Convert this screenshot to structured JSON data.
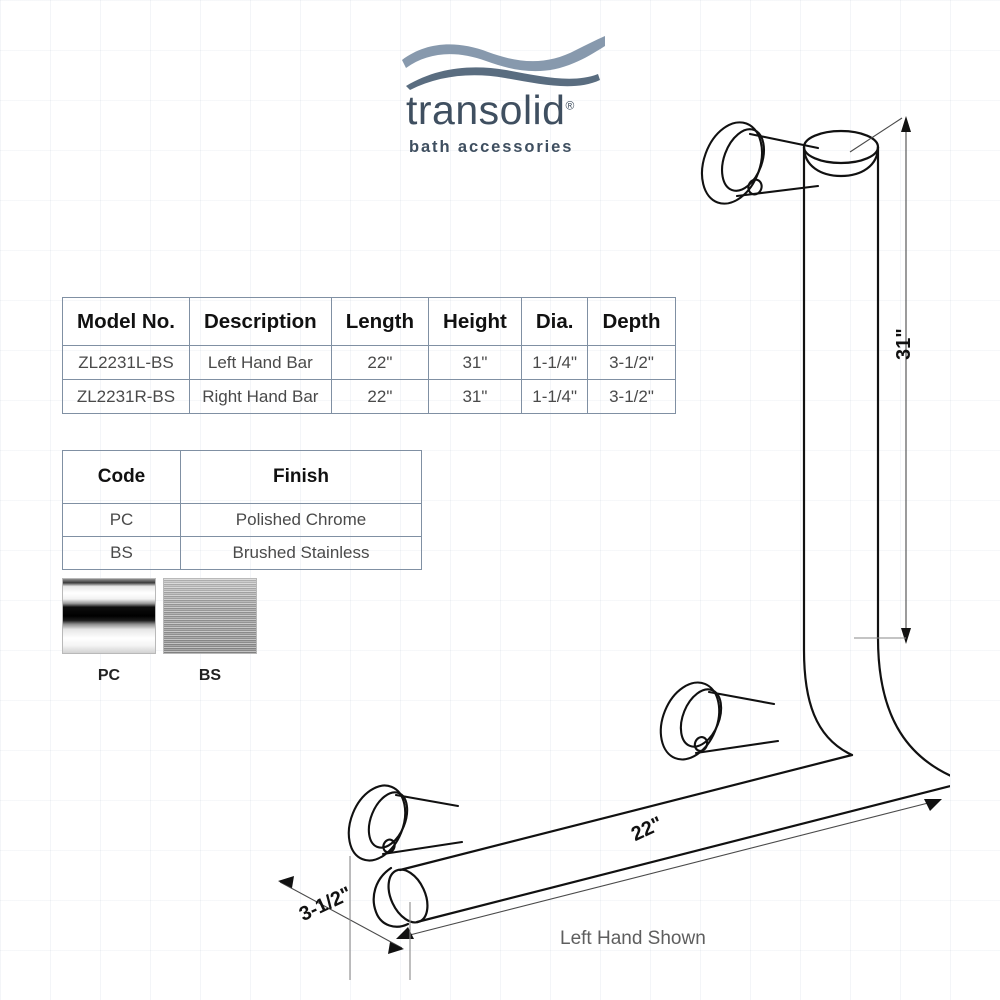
{
  "brand": {
    "name": "transolid",
    "registered_mark": "®",
    "tagline": "bath accessories",
    "wave_color_light": "#8799ad",
    "wave_color_dark": "#5a6d80",
    "text_color": "#3f4f60"
  },
  "spec_table": {
    "headers": [
      "Model No.",
      "Description",
      "Length",
      "Height",
      "Dia.",
      "Depth"
    ],
    "rows": [
      [
        "ZL2231L-BS",
        "Left Hand Bar",
        "22\"",
        "31\"",
        "1-1/4\"",
        "3-1/2\""
      ],
      [
        "ZL2231R-BS",
        "Right Hand Bar",
        "22\"",
        "31\"",
        "1-1/4\"",
        "3-1/2\""
      ]
    ],
    "border_color": "#8090a3"
  },
  "finish_table": {
    "headers": [
      "Code",
      "Finish"
    ],
    "rows": [
      [
        "PC",
        "Polished Chrome"
      ],
      [
        "BS",
        "Brushed Stainless"
      ]
    ],
    "border_color": "#8090a3"
  },
  "swatches": [
    {
      "code": "PC",
      "name": "polished-chrome-swatch"
    },
    {
      "code": "BS",
      "name": "brushed-stainless-swatch"
    }
  ],
  "drawing": {
    "caption": "Left Hand Shown",
    "dimensions": {
      "height": "31\"",
      "length": "22\"",
      "depth": "3-1/2\""
    },
    "line_color": "#111111"
  }
}
